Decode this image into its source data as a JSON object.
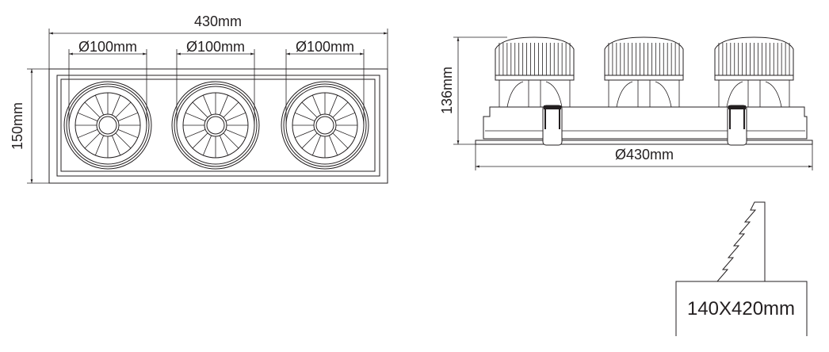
{
  "top_view": {
    "width_label": "430mm",
    "height_label": "150mm",
    "lamp_diameter_labels": [
      "Ø100mm",
      "Ø100mm",
      "Ø100mm"
    ],
    "spokes_per_lamp": 16
  },
  "side_view": {
    "height_label": "136mm",
    "diameter_label": "Ø430mm"
  },
  "cutout": {
    "label": "140X420mm"
  },
  "colors": {
    "line": "#231f20",
    "background": "#ffffff"
  }
}
